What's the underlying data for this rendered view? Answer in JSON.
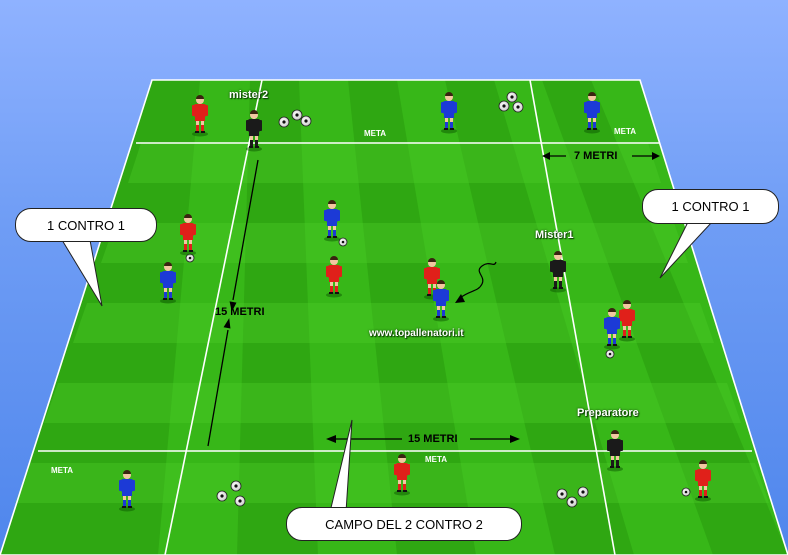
{
  "labels": {
    "mister2": "mister2",
    "mister1": "Mister1",
    "preparatore": "Preparatore",
    "meta_top_center": "META",
    "meta_top_right": "META",
    "meta_bottom_left": "META",
    "meta_bottom_center": "META",
    "dim_7m": "7 METRI",
    "dim_15m_vertical": "15 METRI",
    "dim_15m_horizontal": "15 METRI",
    "website": "www.topallenatori.it"
  },
  "callouts": {
    "left": "1 CONTRO 1",
    "right": "1 CONTRO 1",
    "bottom": "CAMPO DEL 2 CONTRO 2"
  },
  "colors": {
    "sky": "#6f9df5",
    "grass_light": "#3fc11c",
    "grass_dark": "#2aa80f",
    "team_red": "#e0201a",
    "team_blue": "#1c3ad6",
    "coach_black": "#1a1a1a",
    "line_white": "#ffffff"
  }
}
